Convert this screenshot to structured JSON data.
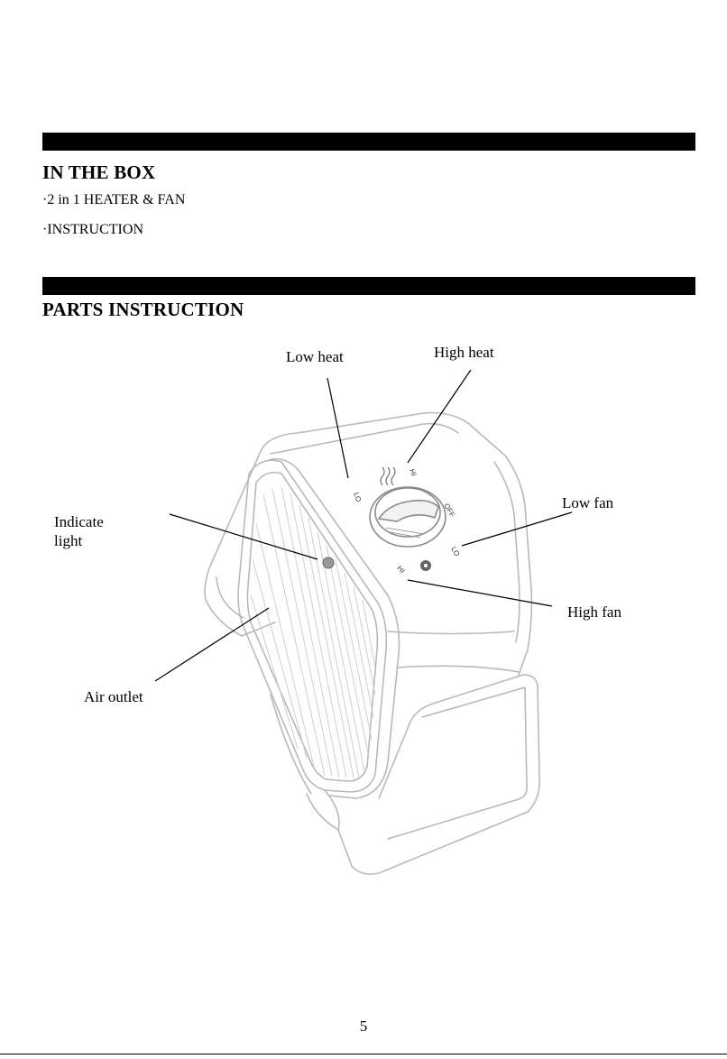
{
  "sections": {
    "in_the_box": {
      "heading": "IN THE BOX",
      "items": [
        "·2 in 1 HEATER & FAN",
        "·INSTRUCTION"
      ]
    },
    "parts": {
      "heading": "PARTS INSTRUCTION"
    }
  },
  "callouts": {
    "low_heat": "Low heat",
    "high_heat": "High heat",
    "low_fan": "Low fan",
    "high_fan": "High fan",
    "indicate_light": [
      "Indicate",
      "light"
    ],
    "air_outlet": "Air outlet"
  },
  "dial_labels": {
    "lo": "LO",
    "hi": "HI",
    "off": "OFF"
  },
  "page_number": "5"
}
